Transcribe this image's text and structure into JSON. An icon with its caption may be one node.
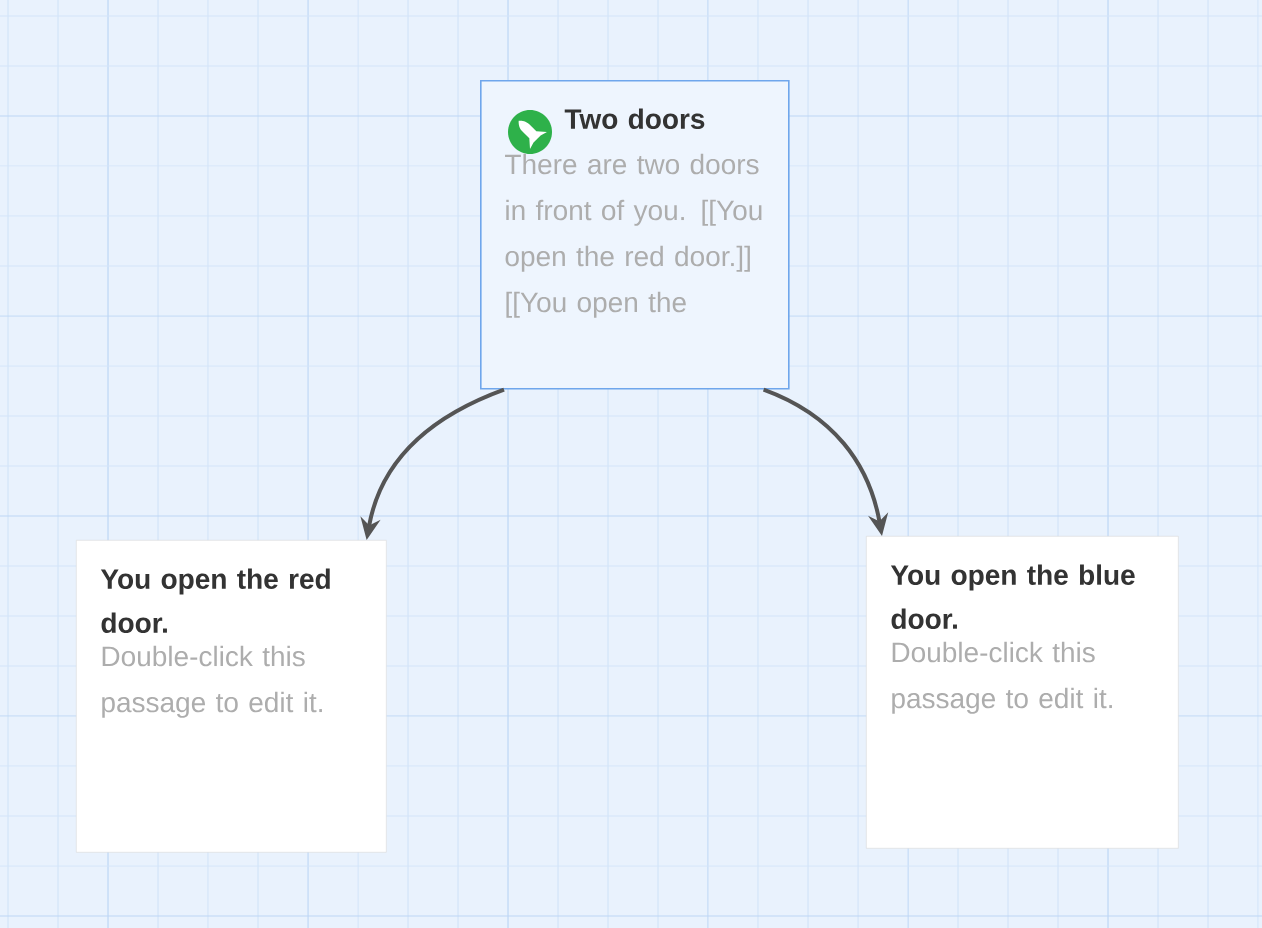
{
  "diagram": {
    "nodes": [
      {
        "text": [
          "Two doors",
          "There are two doors in front of you. [[You open the red door.]] [[You open the"
        ]
      },
      {
        "text": [
          "You open the red door.",
          "Double-click this passage to edit it."
        ]
      },
      {
        "text": [
          "You open the blue door.",
          "Double-click this passage to edit it."
        ]
      }
    ],
    "edges": [
      {
        "from": 0,
        "to": 1,
        "arrow": "to"
      },
      {
        "from": 0,
        "to": 2,
        "arrow": "to"
      }
    ]
  }
}
